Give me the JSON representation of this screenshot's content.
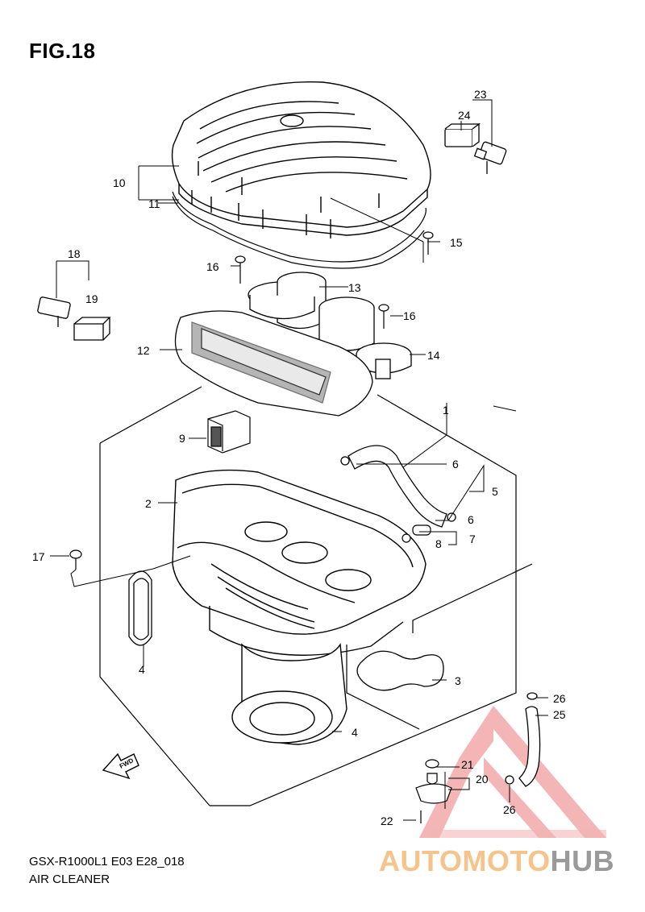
{
  "header": {
    "figure": "FIG.18"
  },
  "footer": {
    "model_line": "GSX-R1000L1 E03 E28_018",
    "section": "AIR CLEANER"
  },
  "watermark": {
    "part1": "AUTOMOTO",
    "part2": "HUB",
    "color_primary": "#f6c48a",
    "color_secondary": "#9a9a9a",
    "triangle_color": "#f2a9a9"
  },
  "callouts": {
    "c1": "1",
    "c2": "2",
    "c3": "3",
    "c4a": "4",
    "c4b": "4",
    "c5": "5",
    "c6a": "6",
    "c6b": "6",
    "c7": "7",
    "c8": "8",
    "c9": "9",
    "c10": "10",
    "c11": "11",
    "c12": "12",
    "c13": "13",
    "c14": "14",
    "c15": "15",
    "c16a": "16",
    "c16b": "16",
    "c17": "17",
    "c18": "18",
    "c19": "19",
    "c20": "20",
    "c21": "21",
    "c22": "22",
    "c23": "23",
    "c24": "24",
    "c25": "25",
    "c26a": "26",
    "c26b": "26"
  },
  "fwd_label": "FWD"
}
